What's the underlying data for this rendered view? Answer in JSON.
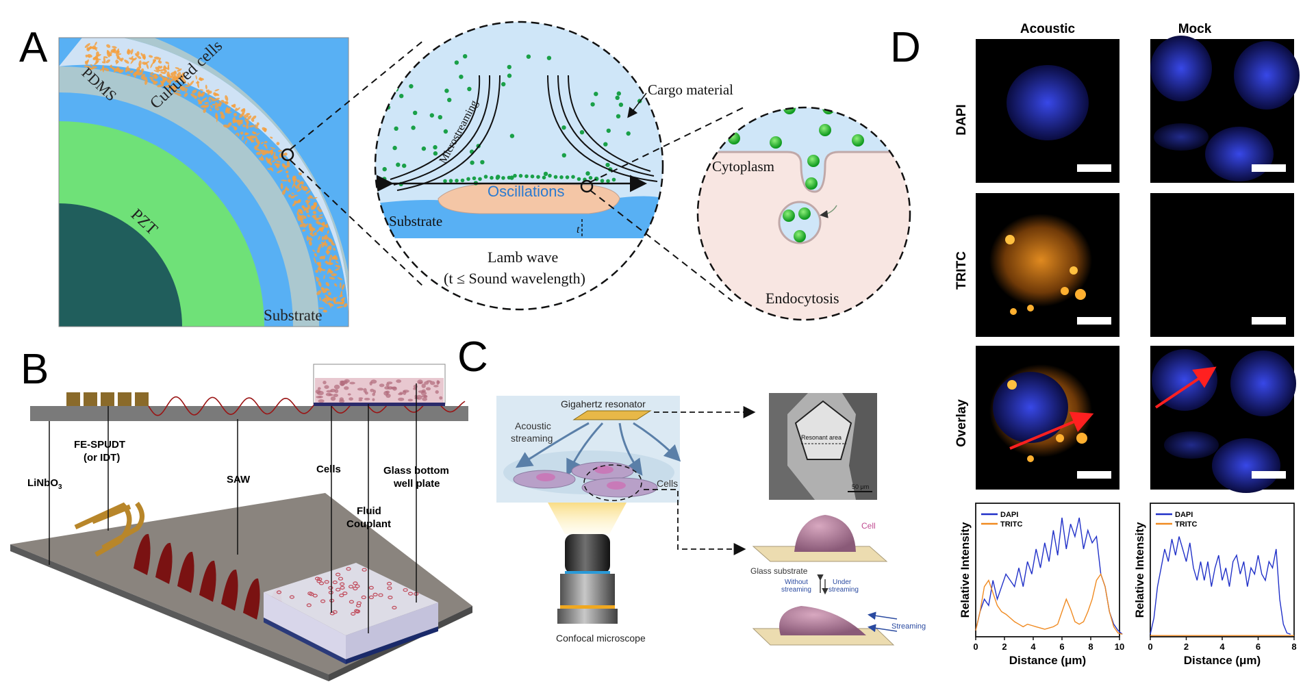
{
  "panel_letters": {
    "a": "A",
    "b": "B",
    "c": "C",
    "d": "D"
  },
  "panel_a": {
    "pdms": "PDMS",
    "cultured_cells": "Cultured cells",
    "pzt": "PZT",
    "substrate_corner": "Substrate",
    "microstreaming": "Microstreaming",
    "oscillations": "Oscillations",
    "substrate": "Substrate",
    "t_symbol": "t",
    "cargo_material": "Cargo material",
    "lamb_wave": "Lamb wave",
    "lamb_wave_sub": "(t ≤ Sound wavelength)",
    "cytoplasm": "Cytoplasm",
    "endocytosis": "Endocytosis"
  },
  "panel_b": {
    "linbo3": "LiNbO",
    "linbo3_sub": "3",
    "fe_spudt": "FE-SPUDT",
    "fe_spudt_sub": "(or IDT)",
    "saw": "SAW",
    "cells": "Cells",
    "fluid": "Fluid",
    "couplant": "Couplant",
    "glass_bottom": "Glass bottom",
    "well_plate": "well plate"
  },
  "panel_c": {
    "gigahertz": "Gigahertz resonator",
    "acoustic": "Acoustic",
    "streaming": "streaming",
    "cells": "Cells",
    "resonant_area": "Resonant area",
    "scale": "50 μm",
    "cell": "Cell",
    "glass_substrate": "Glass substrate",
    "without": "Without",
    "without2": "streaming",
    "under": "Under",
    "under2": "streaming",
    "streaming_arrow": "Streaming",
    "confocal": "Confocal microscope"
  },
  "panel_d": {
    "col_acoustic": "Acoustic",
    "col_mock": "Mock",
    "row_dapi": "DAPI",
    "row_tritc": "TRITC",
    "row_overlay": "Overlay",
    "colors": {
      "dapi": "#2030c8",
      "tritc": "#f08a20"
    },
    "chart_data": [
      {
        "type": "line",
        "ylabel": "Relative Intensity",
        "xlabel": "Distance (μm)",
        "xlim": [
          0,
          10
        ],
        "xticks": [
          0,
          2,
          4,
          6,
          8,
          10
        ],
        "legend": "top-left",
        "series": [
          {
            "name": "DAPI",
            "color": "#2030c8",
            "x": [
              0,
              0.3,
              0.6,
              0.9,
              1.2,
              1.5,
              1.8,
              2.1,
              2.4,
              2.7,
              3.0,
              3.3,
              3.6,
              3.9,
              4.2,
              4.5,
              4.8,
              5.1,
              5.4,
              5.7,
              6.0,
              6.3,
              6.6,
              6.9,
              7.2,
              7.5,
              7.8,
              8.1,
              8.4,
              8.7,
              9.0,
              9.3,
              9.6,
              9.9,
              10.2
            ],
            "y": [
              0.05,
              0.2,
              0.3,
              0.25,
              0.45,
              0.3,
              0.4,
              0.5,
              0.45,
              0.4,
              0.55,
              0.4,
              0.6,
              0.5,
              0.7,
              0.55,
              0.75,
              0.6,
              0.85,
              0.65,
              0.95,
              0.7,
              0.9,
              0.8,
              0.95,
              0.7,
              0.85,
              0.75,
              0.8,
              0.5,
              0.4,
              0.2,
              0.1,
              0.05,
              0.02
            ]
          },
          {
            "name": "TRITC",
            "color": "#f08a20",
            "x": [
              0,
              0.3,
              0.6,
              0.9,
              1.2,
              1.5,
              1.8,
              2.1,
              2.4,
              2.7,
              3.0,
              3.3,
              3.6,
              3.9,
              4.2,
              4.5,
              4.8,
              5.1,
              5.4,
              5.7,
              6.0,
              6.3,
              6.6,
              6.9,
              7.2,
              7.5,
              7.8,
              8.1,
              8.4,
              8.7,
              9.0,
              9.3,
              9.6,
              9.9,
              10.2
            ],
            "y": [
              0.05,
              0.2,
              0.4,
              0.45,
              0.35,
              0.25,
              0.2,
              0.18,
              0.15,
              0.12,
              0.1,
              0.08,
              0.1,
              0.09,
              0.08,
              0.07,
              0.06,
              0.07,
              0.08,
              0.1,
              0.2,
              0.3,
              0.22,
              0.12,
              0.1,
              0.12,
              0.2,
              0.3,
              0.45,
              0.5,
              0.4,
              0.2,
              0.08,
              0.03,
              0.02
            ]
          }
        ]
      },
      {
        "type": "line",
        "ylabel": "Relative Intensity",
        "xlabel": "Distance (μm)",
        "xlim": [
          0,
          8
        ],
        "xticks": [
          0,
          2,
          4,
          6,
          8
        ],
        "legend": "top-left",
        "series": [
          {
            "name": "DAPI",
            "color": "#2030c8",
            "x": [
              0,
              0.2,
              0.4,
              0.6,
              0.8,
              1.0,
              1.2,
              1.4,
              1.6,
              1.8,
              2.0,
              2.2,
              2.4,
              2.6,
              2.8,
              3.0,
              3.2,
              3.4,
              3.6,
              3.8,
              4.0,
              4.2,
              4.4,
              4.6,
              4.8,
              5.0,
              5.2,
              5.4,
              5.6,
              5.8,
              6.0,
              6.2,
              6.4,
              6.6,
              6.8,
              7.0,
              7.2,
              7.4,
              7.6,
              7.8
            ],
            "y": [
              0.02,
              0.15,
              0.4,
              0.55,
              0.7,
              0.6,
              0.78,
              0.65,
              0.8,
              0.7,
              0.6,
              0.75,
              0.55,
              0.45,
              0.6,
              0.45,
              0.6,
              0.4,
              0.55,
              0.65,
              0.45,
              0.55,
              0.4,
              0.6,
              0.65,
              0.5,
              0.6,
              0.4,
              0.55,
              0.5,
              0.65,
              0.5,
              0.45,
              0.6,
              0.55,
              0.7,
              0.3,
              0.1,
              0.03,
              0.02
            ]
          },
          {
            "name": "TRITC",
            "color": "#f08a20",
            "x": [
              0,
              1,
              2,
              3,
              4,
              5,
              6,
              7,
              8
            ],
            "y": [
              0.01,
              0.01,
              0.01,
              0.01,
              0.01,
              0.01,
              0.01,
              0.01,
              0.01
            ]
          }
        ]
      }
    ]
  }
}
